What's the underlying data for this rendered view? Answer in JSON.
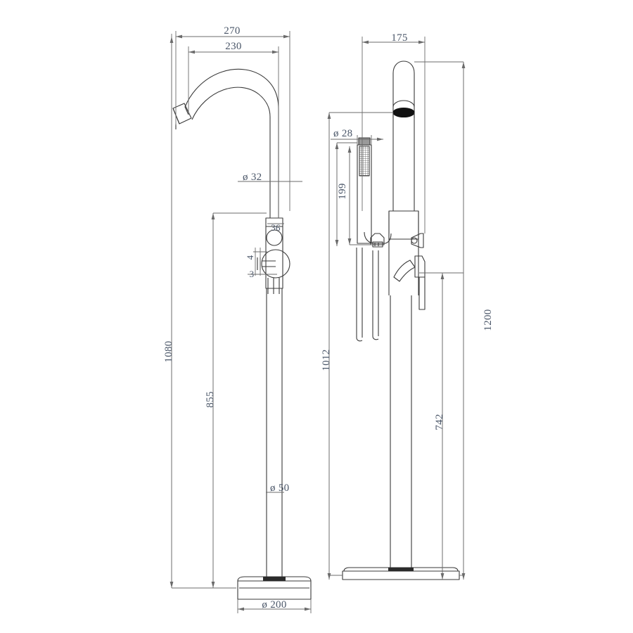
{
  "drawing": {
    "title": "Freestanding bath shower mixer tap technical drawing",
    "type": "engineering-dimension-drawing",
    "units": "mm",
    "background_color": "#ffffff",
    "line_color": "#3a3a3a",
    "dim_line_color": "#6b6b6b",
    "text_color": "#4a5668",
    "views": [
      {
        "name": "front-view",
        "label": ""
      },
      {
        "name": "side-view",
        "label": ""
      }
    ]
  },
  "dimensions": {
    "front": {
      "overall_width": "270",
      "spout_reach": "230",
      "spout_diameter": "ø 32",
      "handle_height": "36",
      "handle_depth_a": "4",
      "handle_depth_b": "3",
      "total_height": "1080",
      "riser_height": "855",
      "riser_diameter": "ø 50",
      "base_diameter": "ø 200"
    },
    "side": {
      "overall_depth": "175",
      "handshower_diameter": "ø 28",
      "handshower_length": "199",
      "shower_outlet_height": "1012",
      "valve_height": "742",
      "total_height": "1200"
    }
  },
  "labels": {
    "d270": "270",
    "d230": "230",
    "d32": "ø 32",
    "d36": "36",
    "d4": "4",
    "d3": "3",
    "d1080": "1080",
    "d855": "855",
    "d50": "ø 50",
    "d200": "ø 200",
    "d175": "175",
    "d28": "ø 28",
    "d199": "199",
    "d1012": "1012",
    "d742": "742",
    "d1200": "1200"
  }
}
